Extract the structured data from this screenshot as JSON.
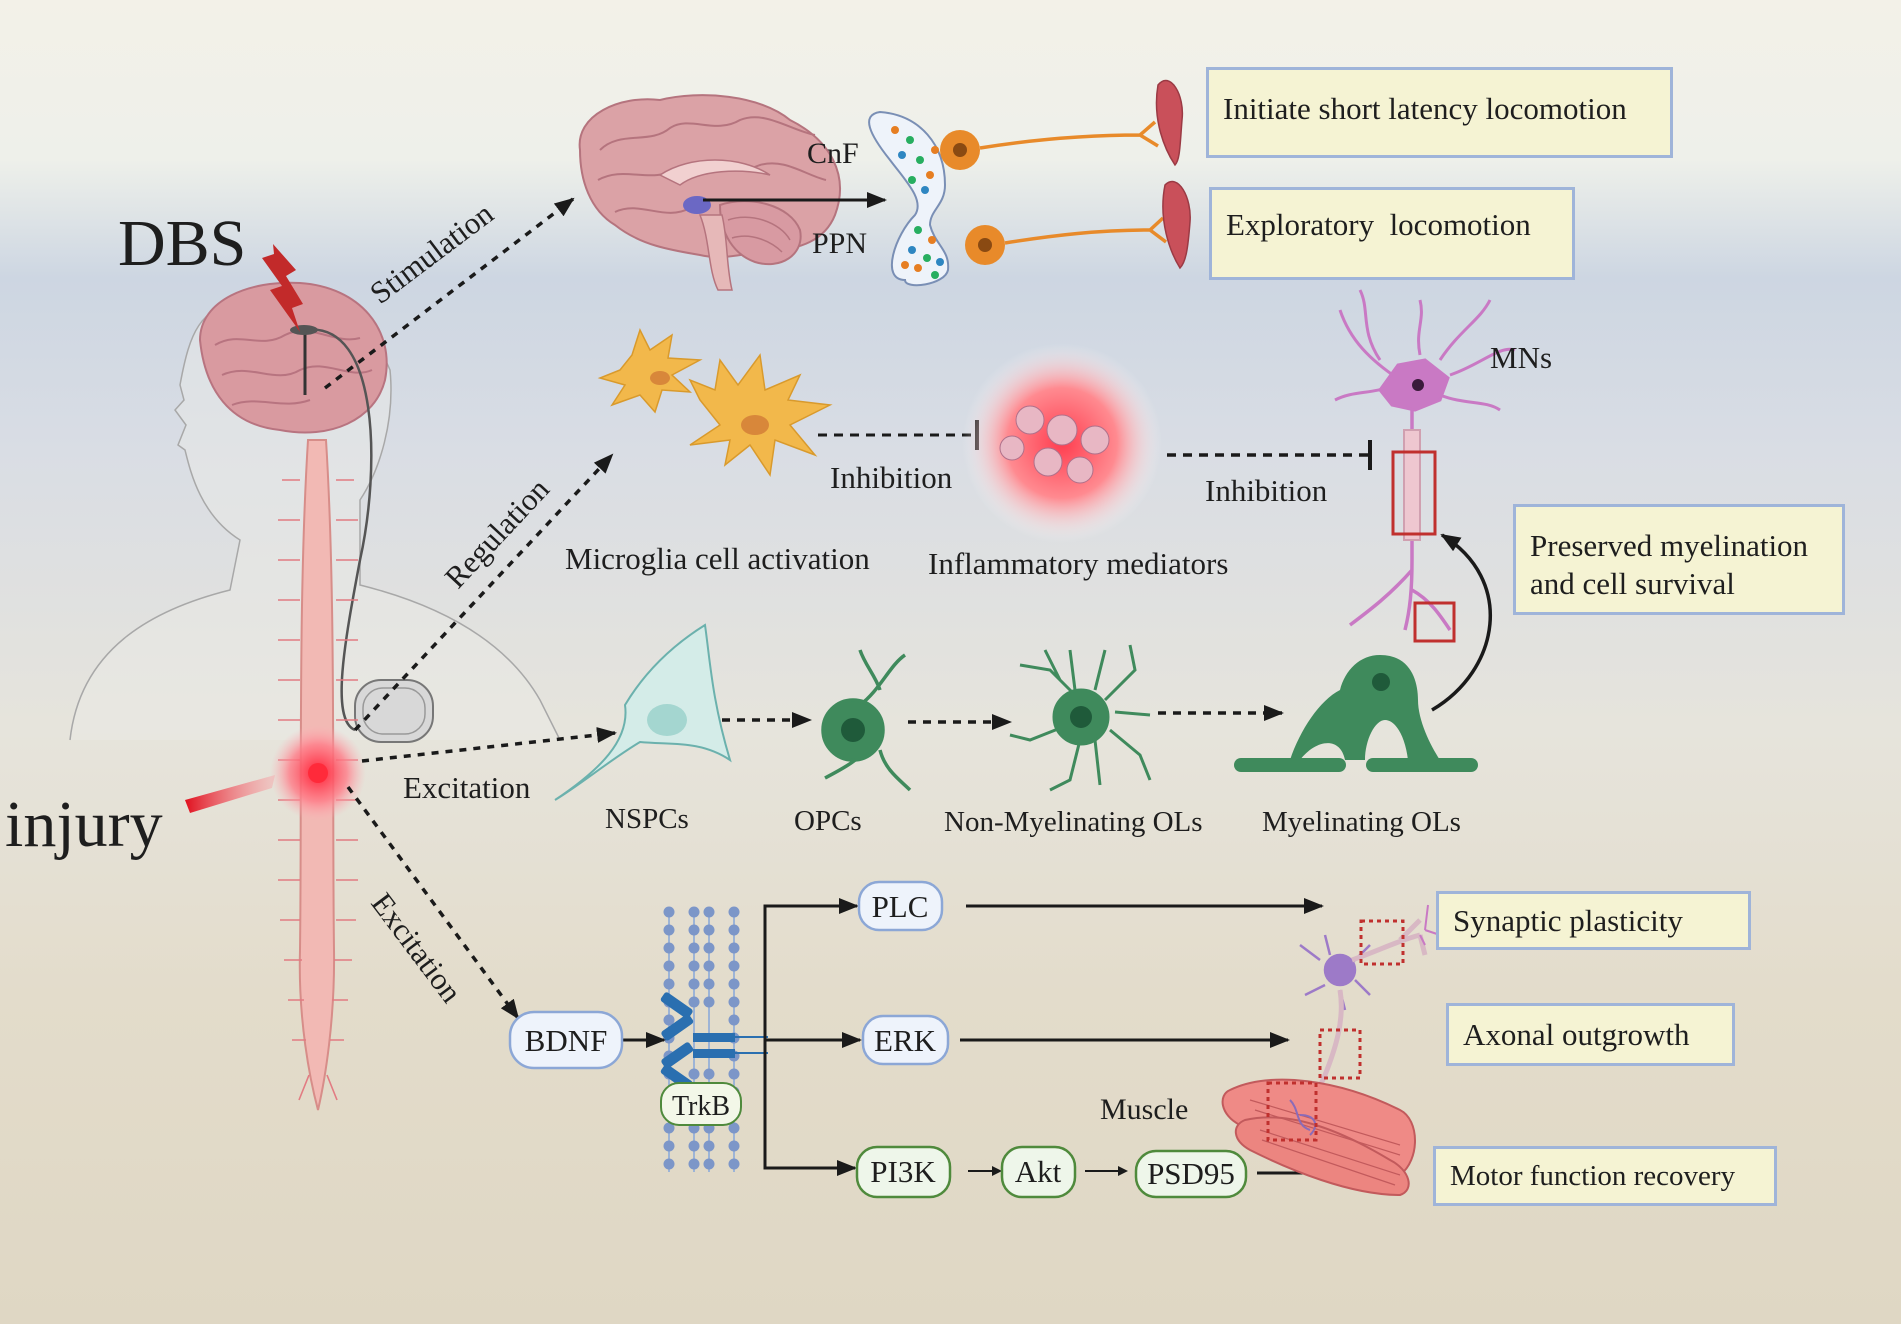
{
  "labels": {
    "dbs": "DBS",
    "injury": "injury",
    "stimulation": "Stimulation",
    "regulation": "Regulation",
    "excitation_mid": "Excitation",
    "excitation_low": "Excitation",
    "cnf": "CnF",
    "ppn": "PPN",
    "mns": "MNs",
    "inhibition_left": "Inhibition",
    "inhibition_right": "Inhibition",
    "microglia": "Microglia cell activation",
    "inflammatory": "Inflammatory mediators",
    "nspcs": "NSPCs",
    "opcs": "OPCs",
    "non_myelinating": "Non-Myelinating OLs",
    "myelinating": "Myelinating OLs",
    "muscle": "Muscle"
  },
  "pathway_nodes": {
    "bdnf": "BDNF",
    "trkb": "TrkB",
    "plc": "PLC",
    "erk": "ERK",
    "pi3k": "PI3K",
    "akt": "Akt",
    "psd95": "PSD95"
  },
  "outcome_boxes": {
    "short_latency": "Initiate short latency locomotion",
    "exploratory": "Exploratory  locomotion",
    "myelination_line1": "Preserved myelination",
    "myelination_line2": "and cell survival",
    "synaptic": "Synaptic plasticity",
    "axonal": "Axonal outgrowth",
    "motor": "Motor function recovery"
  },
  "colors": {
    "box_fill": "#f5f3d3",
    "box_border": "#9fb4d9",
    "dbs_bolt": "#c22a2a",
    "injury_glow": "#ff2a3a",
    "oligodendrocyte": "#3f8a5c",
    "microglia": "#f2b84b",
    "motor_neuron": "#c979c4"
  }
}
